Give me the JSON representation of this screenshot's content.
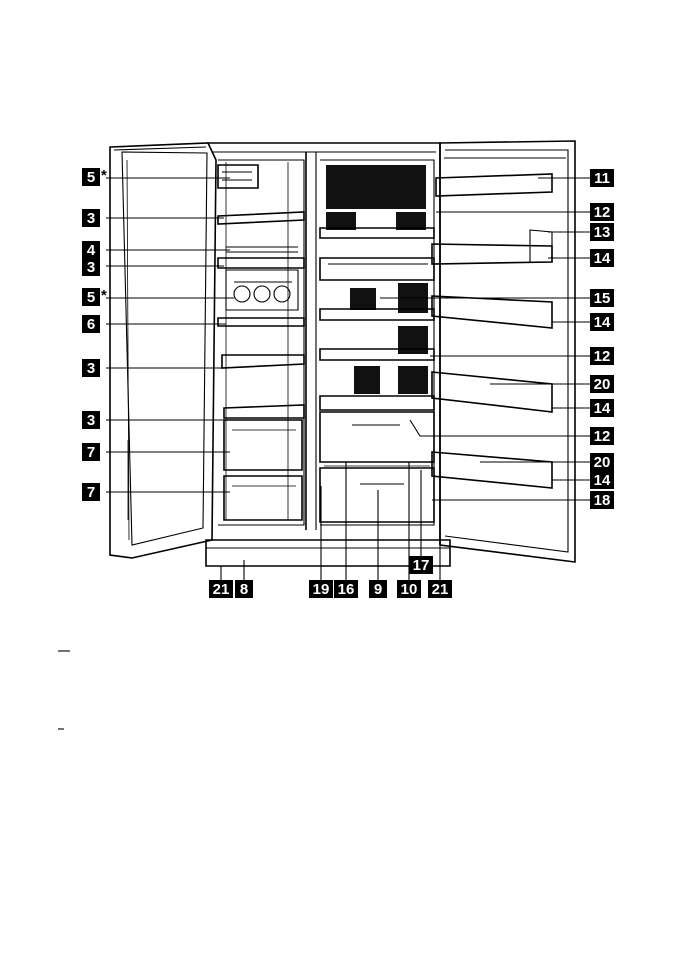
{
  "labels": {
    "left": [
      {
        "text": "5",
        "mark": "*"
      },
      {
        "text": "3",
        "mark": ""
      },
      {
        "text": "4",
        "mark": ""
      },
      {
        "text": "3",
        "mark": ""
      },
      {
        "text": "5",
        "mark": "*"
      },
      {
        "text": "6",
        "mark": ""
      },
      {
        "text": "3",
        "mark": ""
      },
      {
        "text": "3",
        "mark": ""
      },
      {
        "text": "7",
        "mark": ""
      },
      {
        "text": "7",
        "mark": ""
      }
    ],
    "right": [
      {
        "text": "11"
      },
      {
        "text": "12"
      },
      {
        "text": "13"
      },
      {
        "text": "14"
      },
      {
        "text": "15"
      },
      {
        "text": "14"
      },
      {
        "text": "12"
      },
      {
        "text": "20"
      },
      {
        "text": "14"
      },
      {
        "text": "12"
      },
      {
        "text": "20"
      },
      {
        "text": "14"
      },
      {
        "text": "18"
      }
    ],
    "bottom": [
      {
        "text": "21"
      },
      {
        "text": "8"
      },
      {
        "text": "19"
      },
      {
        "text": "16"
      },
      {
        "text": "9"
      },
      {
        "text": "10"
      },
      {
        "text": "17"
      },
      {
        "text": "21"
      }
    ]
  },
  "colors": {
    "line": "#000000",
    "label_bg": "#000000",
    "label_text": "#ffffff",
    "page": "#ffffff"
  }
}
